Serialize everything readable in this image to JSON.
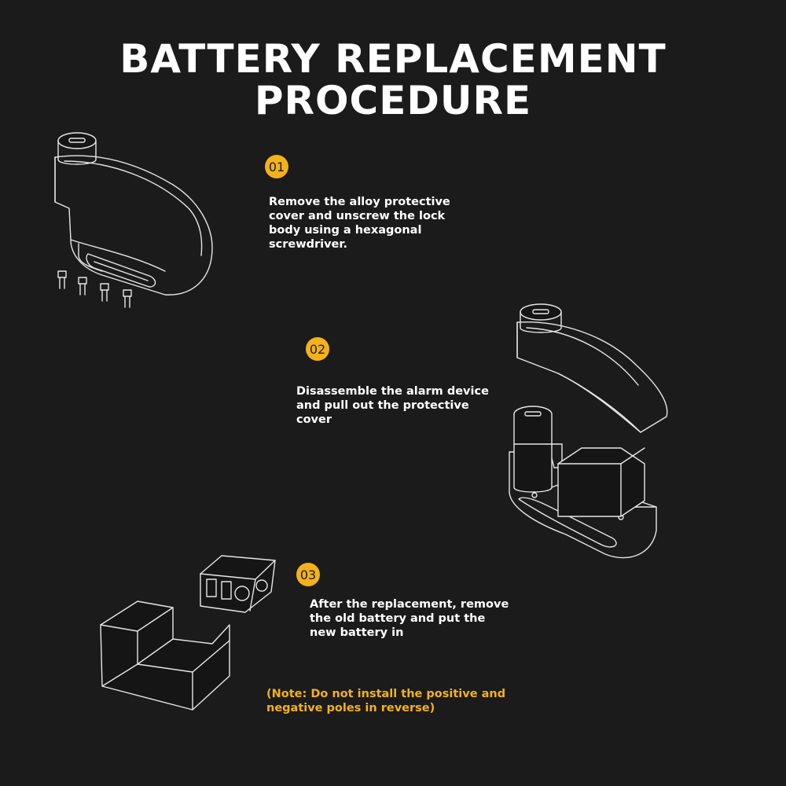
{
  "title": {
    "line1": "BATTERY REPLACEMENT",
    "line2": "PROCEDURE"
  },
  "steps": [
    {
      "number": "01",
      "lines": [
        "Remove the alloy protective",
        "cover and unscrew the lock",
        "body using a hexagonal",
        "screwdriver."
      ]
    },
    {
      "number": "02",
      "lines": [
        "Disassemble the alarm device",
        "and pull out the protective",
        "cover"
      ]
    },
    {
      "number": "03",
      "lines": [
        "After the replacement, remove",
        "the old battery and put the",
        "new battery in"
      ]
    }
  ],
  "note": {
    "lines": [
      "(Note: Do not install the positive and",
      "negative poles in reverse)"
    ]
  },
  "illustrations": {
    "step1": "disc-lock-with-screws",
    "step2": "lock-opened-cover-removed",
    "step3": "battery-pack-and-housing"
  },
  "colors": {
    "background": "#1b1b1b",
    "accent": "#f3b21b",
    "text": "#ffffff",
    "line_art": "#e6e6e6"
  }
}
